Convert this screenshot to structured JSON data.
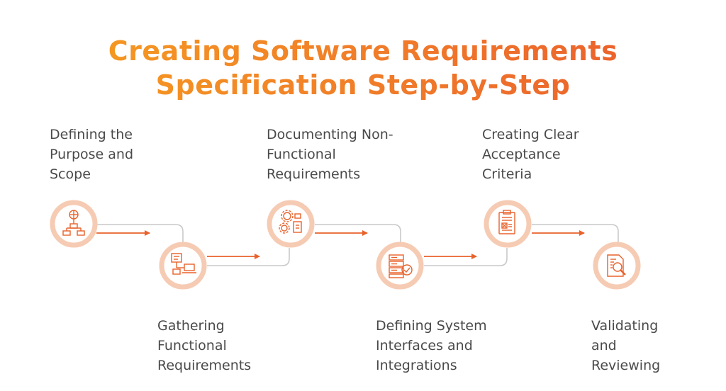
{
  "title": {
    "line1": "Creating Software Requirements",
    "line2": "Specification Step-by-Step"
  },
  "colors": {
    "title_start": "#f6a11f",
    "title_end": "#e9582d",
    "arrow": "#e8622c",
    "connector": "#c9c9c9",
    "circle_ring": "#f6cbb3",
    "circle_fill": "#ffffff",
    "icon": "#e8622c",
    "label_text": "#4a4a4a"
  },
  "steps": [
    {
      "lines": [
        "Defining the",
        "Purpose and",
        "Scope"
      ],
      "icon": "flowchart-icon"
    },
    {
      "lines": [
        "Gathering",
        "Functional",
        "Requirements"
      ],
      "icon": "computer-checklist-icon"
    },
    {
      "lines": [
        "Documenting Non-",
        "Functional",
        "Requirements"
      ],
      "icon": "gears-document-icon"
    },
    {
      "lines": [
        "Defining System",
        "Interfaces and",
        "Integrations"
      ],
      "icon": "server-check-icon"
    },
    {
      "lines": [
        "Creating Clear",
        "Acceptance",
        "Criteria"
      ],
      "icon": "clipboard-icon"
    },
    {
      "lines": [
        "Validating",
        "and",
        "Reviewing"
      ],
      "icon": "document-magnifier-icon"
    }
  ]
}
